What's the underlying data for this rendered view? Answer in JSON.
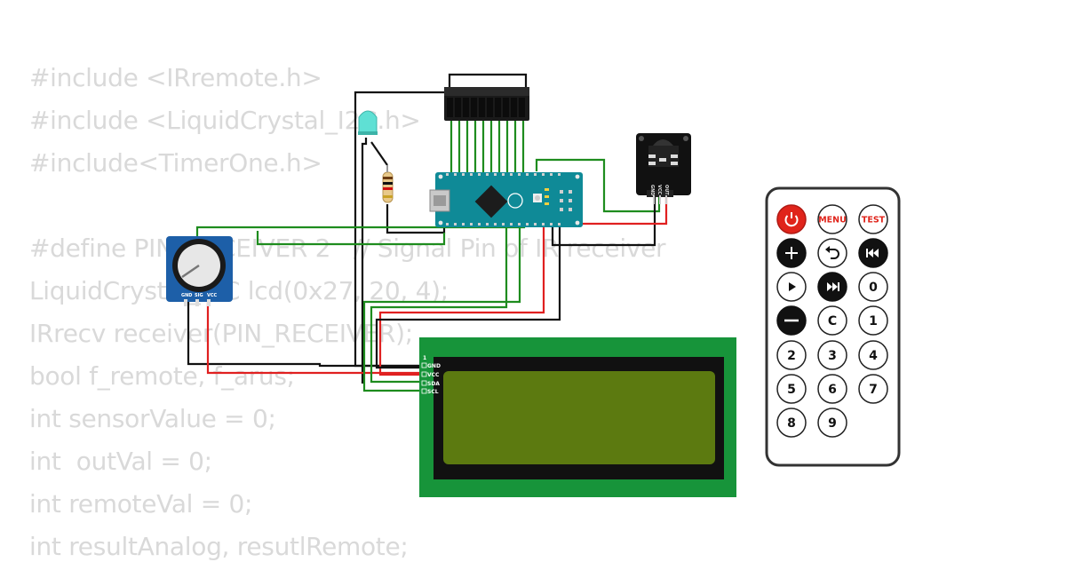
{
  "code_lines": [
    "#include <IRremote.h>",
    "#include <LiquidCrystal_I2C.h>",
    "#include<TimerOne.h>",
    "",
    "#define PIN_RECEIVER 2   // Signal Pin of IR receiver",
    "LiquidCrystal_I2C lcd(0x27, 20, 4);",
    "IRrecv receiver(PIN_RECEIVER);",
    "bool f_remote, f_arus;",
    "int sensorValue = 0;",
    "int  outVal = 0;",
    "int remoteVal = 0;",
    "int resultAnalog, resutlRemote;"
  ],
  "lcd": {
    "pins": [
      "GND",
      "VCC",
      "SDA",
      "SCL"
    ],
    "pin1_label": "1"
  },
  "ir_receiver": {
    "pins": [
      "GND",
      "VCC",
      "OUT"
    ]
  },
  "potentiometer": {
    "pins": [
      "GND",
      "SIG",
      "VCC"
    ]
  },
  "remote": {
    "buttons": [
      {
        "name": "remote-power-button",
        "label": "",
        "icon": "power-icon",
        "style": "red"
      },
      {
        "name": "remote-menu-button",
        "label": "MENU",
        "icon": "",
        "style": "white-red"
      },
      {
        "name": "remote-test-button",
        "label": "TEST",
        "icon": "",
        "style": "white-red"
      },
      {
        "name": "remote-plus-button",
        "label": "",
        "icon": "plus-icon",
        "style": "black"
      },
      {
        "name": "remote-back-button",
        "label": "",
        "icon": "back-arrow-icon",
        "style": "white"
      },
      {
        "name": "remote-prev-button",
        "label": "",
        "icon": "previous-icon",
        "style": "black"
      },
      {
        "name": "remote-play-button",
        "label": "",
        "icon": "play-icon",
        "style": "white"
      },
      {
        "name": "remote-next-button",
        "label": "",
        "icon": "next-icon",
        "style": "black"
      },
      {
        "name": "remote-0-button",
        "label": "0",
        "icon": "",
        "style": "white"
      },
      {
        "name": "remote-minus-button",
        "label": "",
        "icon": "minus-icon",
        "style": "black"
      },
      {
        "name": "remote-c-button",
        "label": "C",
        "icon": "",
        "style": "white"
      },
      {
        "name": "remote-1-button",
        "label": "1",
        "icon": "",
        "style": "white"
      },
      {
        "name": "remote-2-button",
        "label": "2",
        "icon": "",
        "style": "white"
      },
      {
        "name": "remote-3-button",
        "label": "3",
        "icon": "",
        "style": "white"
      },
      {
        "name": "remote-4-button",
        "label": "4",
        "icon": "",
        "style": "white"
      },
      {
        "name": "remote-5-button",
        "label": "5",
        "icon": "",
        "style": "white"
      },
      {
        "name": "remote-6-button",
        "label": "6",
        "icon": "",
        "style": "white"
      },
      {
        "name": "remote-7-button",
        "label": "7",
        "icon": "",
        "style": "white"
      },
      {
        "name": "remote-8-button",
        "label": "8",
        "icon": "",
        "style": "white"
      },
      {
        "name": "remote-9-button",
        "label": "9",
        "icon": "",
        "style": "white"
      }
    ]
  },
  "colors": {
    "wire_green": "#1e8c1e",
    "wire_red": "#e02020",
    "wire_black": "#111111",
    "arduino_board": "#0f8a97",
    "lcd_pcb": "#17943a",
    "lcd_screen": "#5c7a10",
    "potentiometer_board": "#1d5fa8",
    "remote_red": "#e0241b",
    "code_text": "#d9d9d9"
  }
}
